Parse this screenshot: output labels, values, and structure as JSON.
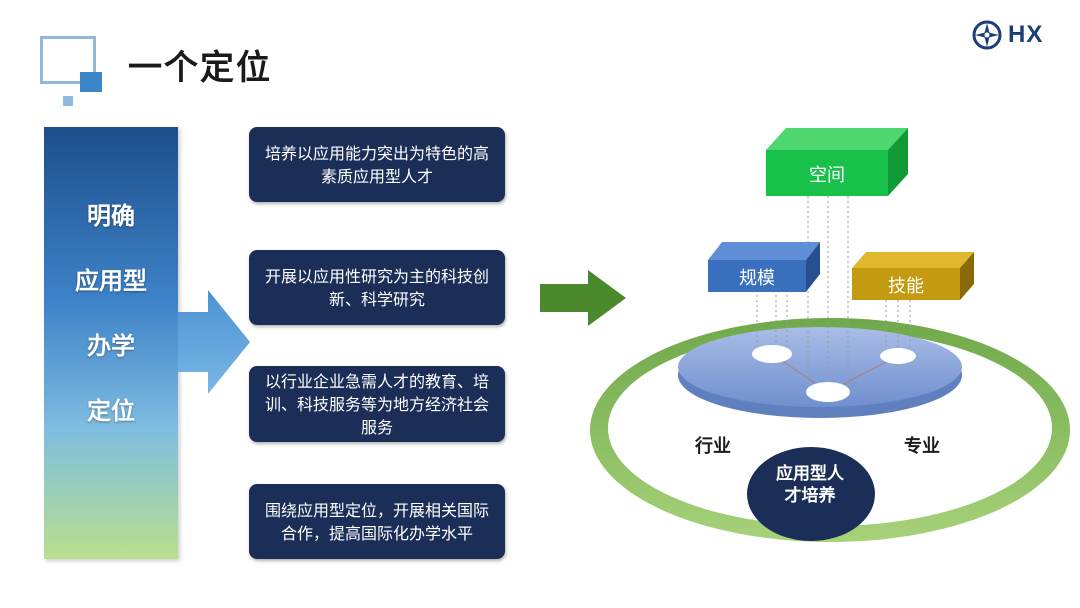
{
  "header": {
    "title": "一个定位"
  },
  "logo": {
    "text": "HX"
  },
  "left_bar": {
    "lines": [
      "明确",
      "应用型",
      "办学",
      "定位"
    ]
  },
  "boxes": [
    "培养以应用能力突出为特色的高素质应用型人才",
    "开展以应用性研究为主的科技创新、科学研究",
    "以行业企业急需人才的教育、培训、科技服务等为地方经济社会服务",
    "围绕应用型定位，开展相关国际合作，提高国际化办学水平"
  ],
  "diagram": {
    "cubes": {
      "top": "空间",
      "left": "规模",
      "right": "技能"
    },
    "ring_left": "行业",
    "ring_right": "专业",
    "center_oval": "应用型人才培养"
  },
  "colors": {
    "dark_navy": "#1b2e57",
    "green": "#16c04a",
    "cube_blue": "#3a6fbd",
    "cube_gold": "#c49a10",
    "ring_green": "#8bbf59"
  }
}
